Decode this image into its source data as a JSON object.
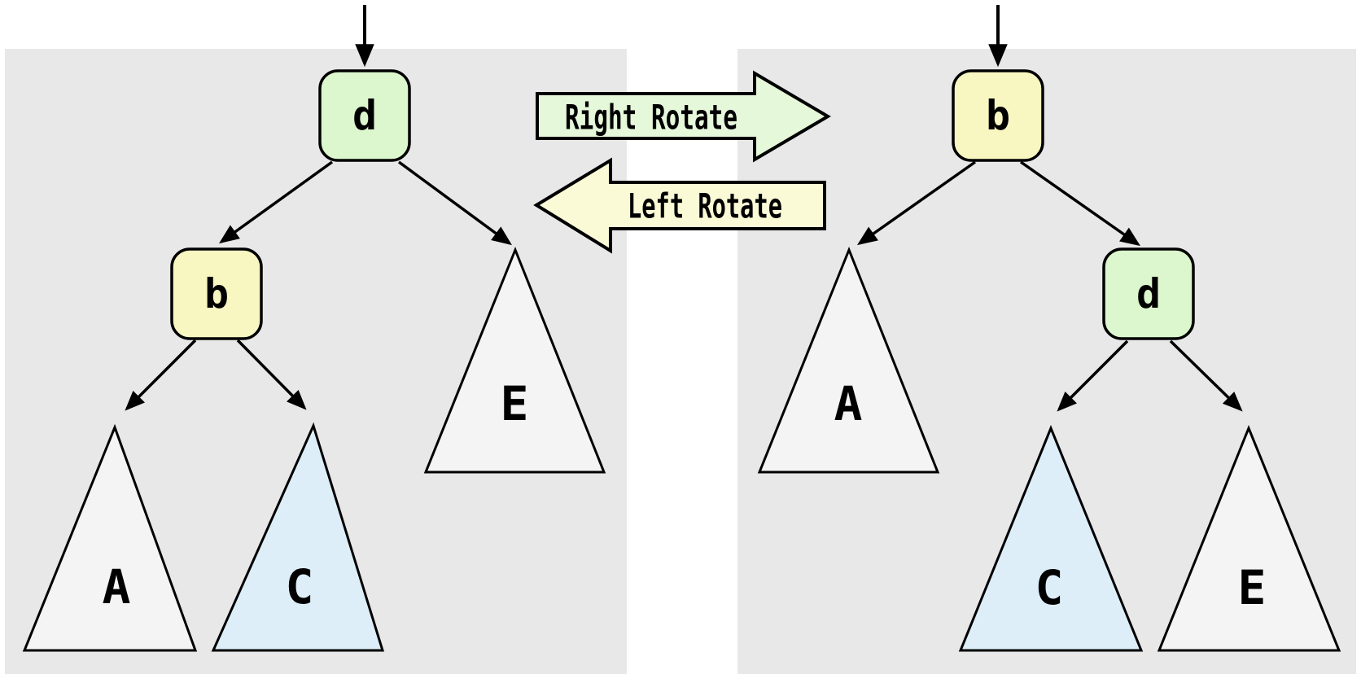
{
  "colors": {
    "page_bg": "#ffffff",
    "panel_bg": "#e8e8e8",
    "outline": "#000000",
    "node_green": "#dcf6cd",
    "node_yellow": "#f8f7c2",
    "subtree_gray": "#f4f4f4",
    "subtree_blue": "#ddeef9",
    "rotate_right_fill": "#e5f8da",
    "rotate_left_fill": "#fafad6"
  },
  "rotation": {
    "right_label": "Right Rotate",
    "left_label": "Left Rotate"
  },
  "left_tree": {
    "root_label": "d",
    "left_child_label": "b",
    "subtree_a": "A",
    "subtree_c": "C",
    "subtree_e": "E"
  },
  "right_tree": {
    "root_label": "b",
    "right_child_label": "d",
    "subtree_a": "A",
    "subtree_c": "C",
    "subtree_e": "E"
  }
}
